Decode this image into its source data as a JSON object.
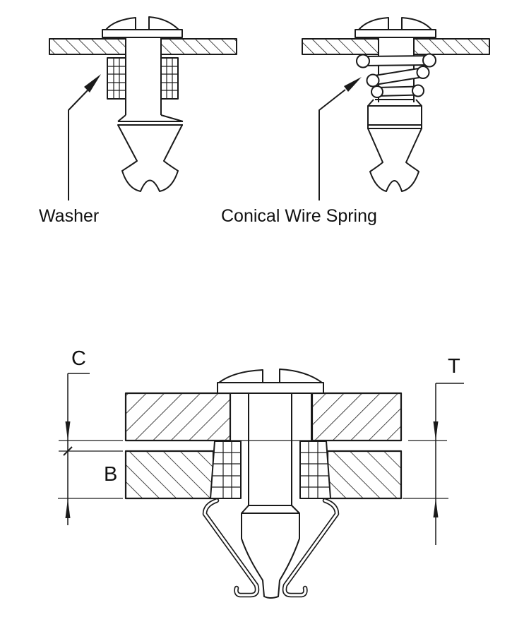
{
  "colors": {
    "line": "#1a1a1a",
    "text": "#111111",
    "background": "#ffffff"
  },
  "figures": {
    "washer": {
      "caption": "Washer"
    },
    "conical_wire_spring": {
      "caption": "Conical Wire Spring"
    },
    "cross_section": {
      "dimensions": {
        "c": "C",
        "b": "B",
        "t": "T"
      }
    }
  }
}
